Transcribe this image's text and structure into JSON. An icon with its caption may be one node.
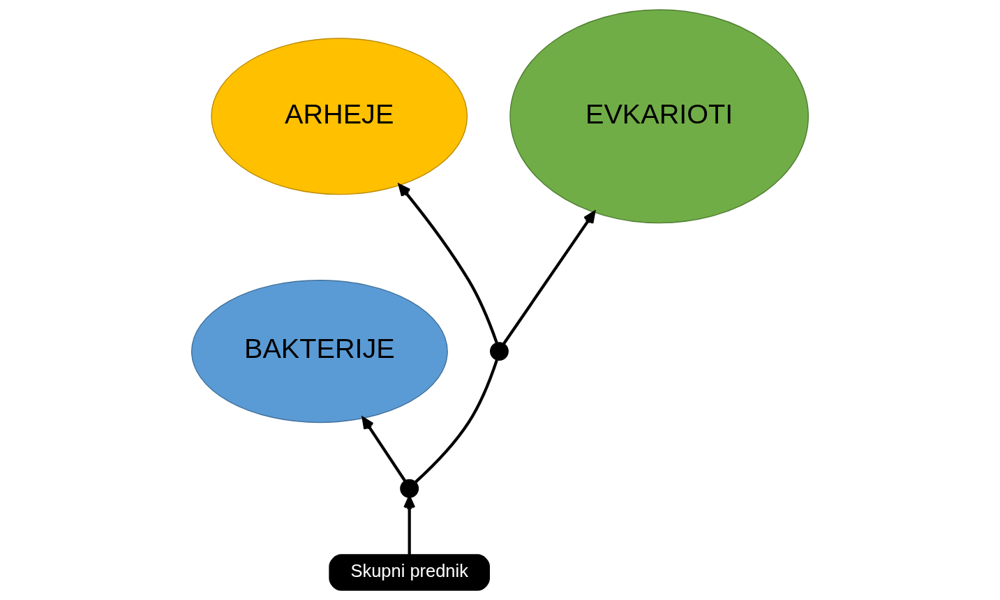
{
  "diagram": {
    "nodes": [
      {
        "text": [
          "BAKTERIJE"
        ]
      },
      {
        "text": [
          "ARHEJE"
        ]
      },
      {
        "text": [
          "EVKARIOTI"
        ]
      },
      {
        "text": [],
        "shape": "circle"
      },
      {
        "text": [],
        "shape": "circle"
      },
      {
        "text": [
          "Skupni prednik"
        ]
      }
    ],
    "edges": [
      {
        "from": 5,
        "to": 3,
        "arrow": "to"
      },
      {
        "from": 3,
        "to": 0,
        "arrow": "to"
      },
      {
        "from": 3,
        "to": 4,
        "arrow": "none"
      },
      {
        "from": 4,
        "to": 1,
        "arrow": "to"
      },
      {
        "from": 4,
        "to": 2,
        "arrow": "to"
      }
    ]
  }
}
